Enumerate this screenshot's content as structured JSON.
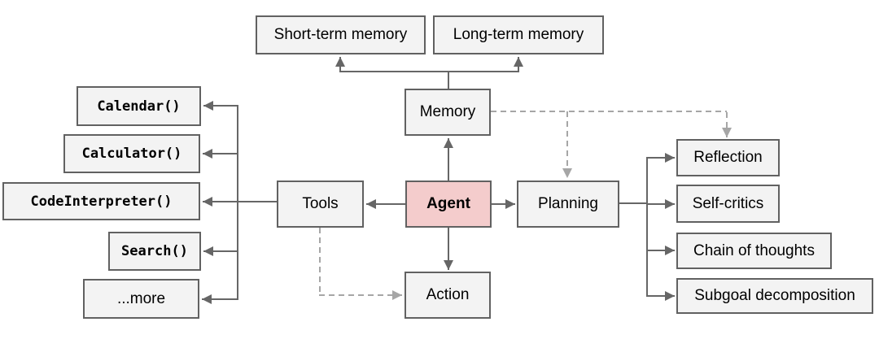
{
  "diagram": {
    "nodes": {
      "agent": "Agent",
      "memory": "Memory",
      "tools": "Tools",
      "planning": "Planning",
      "action": "Action",
      "short_term_memory": "Short-term memory",
      "long_term_memory": "Long-term memory"
    },
    "tool_items": [
      "Calendar()",
      "Calculator()",
      "CodeInterpreter()",
      "Search()",
      "...more"
    ],
    "planning_items": [
      "Reflection",
      "Self-critics",
      "Chain of thoughts",
      "Subgoal decomposition"
    ],
    "edges": {
      "solid": [
        "Agent -> Memory",
        "Memory -> Short-term memory",
        "Memory -> Long-term memory",
        "Agent -> Tools",
        "Tools -> Calendar()",
        "Tools -> Calculator()",
        "Tools -> CodeInterpreter()",
        "Tools -> Search()",
        "Tools -> ...more",
        "Agent -> Planning",
        "Planning -> Reflection",
        "Planning -> Self-critics",
        "Planning -> Chain of thoughts",
        "Planning -> Subgoal decomposition",
        "Agent -> Action"
      ],
      "dashed": [
        "Memory -> Planning",
        "Memory -> Reflection",
        "Tools -> Action"
      ]
    },
    "colors": {
      "agent_fill": "#f4cccc",
      "node_fill": "#f3f3f3",
      "node_border": "#616161",
      "solid_line": "#666666",
      "dashed_line": "#a6a6a6",
      "text": "#000000",
      "background": "#ffffff"
    }
  }
}
